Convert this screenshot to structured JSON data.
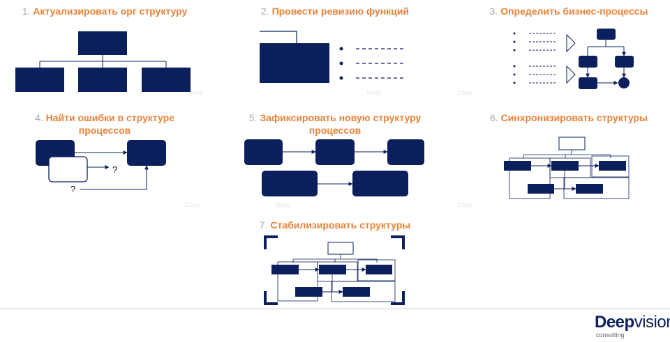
{
  "colors": {
    "navy": "#0b1f5c",
    "orange": "#e8833a",
    "gray": "#a9a9a9"
  },
  "steps": [
    {
      "num": "1.",
      "label": "Актуализировать орг структуру"
    },
    {
      "num": "2.",
      "label": "Провести ревизию функций"
    },
    {
      "num": "3.",
      "label": "Определить бизнес-процессы"
    },
    {
      "num": "4.",
      "label": "Найти ошибки в структуре процессов"
    },
    {
      "num": "5.",
      "label": "Зафиксировать новую структуру процессов"
    },
    {
      "num": "6.",
      "label": "Синхронизировать структуры"
    },
    {
      "num": "7.",
      "label": "Стабилизировать структуры"
    }
  ],
  "question_mark": "?",
  "watermark": "Deep",
  "logo": {
    "deep": "Deep",
    "vision": "vision",
    "sub": "consulting"
  }
}
